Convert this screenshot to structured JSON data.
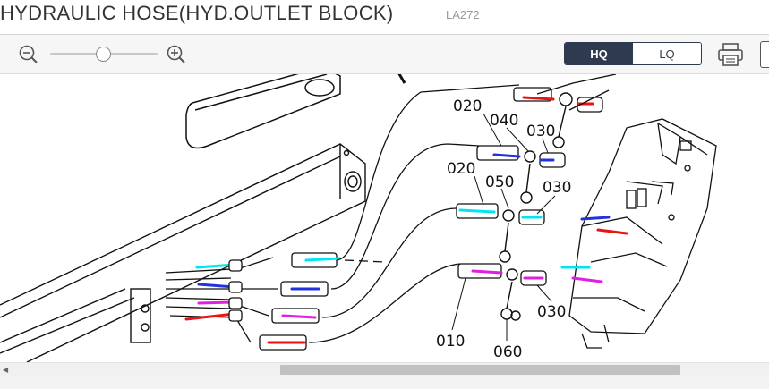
{
  "header": {
    "title": "HYDRAULIC HOSE(HYD.OUTLET BLOCK)",
    "code": "LA272"
  },
  "toolbar": {
    "zoom_out_icon": "zoom-out-icon",
    "zoom_in_icon": "zoom-in-icon",
    "zoom_slider_level": 0.5,
    "quality_options": [
      "HQ",
      "LQ"
    ],
    "quality_selected": "HQ",
    "print_icon": "printer-icon",
    "accent_color": "#2f3a4e"
  },
  "diagram": {
    "part_labels": {
      "l1": "020",
      "l2": "040",
      "l3": "030",
      "l4": "020",
      "l5": "050",
      "l6": "030",
      "l7": "030",
      "l8": "010",
      "l9": "060"
    },
    "hose_colors": {
      "cyan": "#00e5f0",
      "blue": "#2233dd",
      "magenta": "#e020e0",
      "red": "#ee1111"
    }
  },
  "scrollbar": {
    "left_arrow_icon": "scroll-left-icon"
  }
}
